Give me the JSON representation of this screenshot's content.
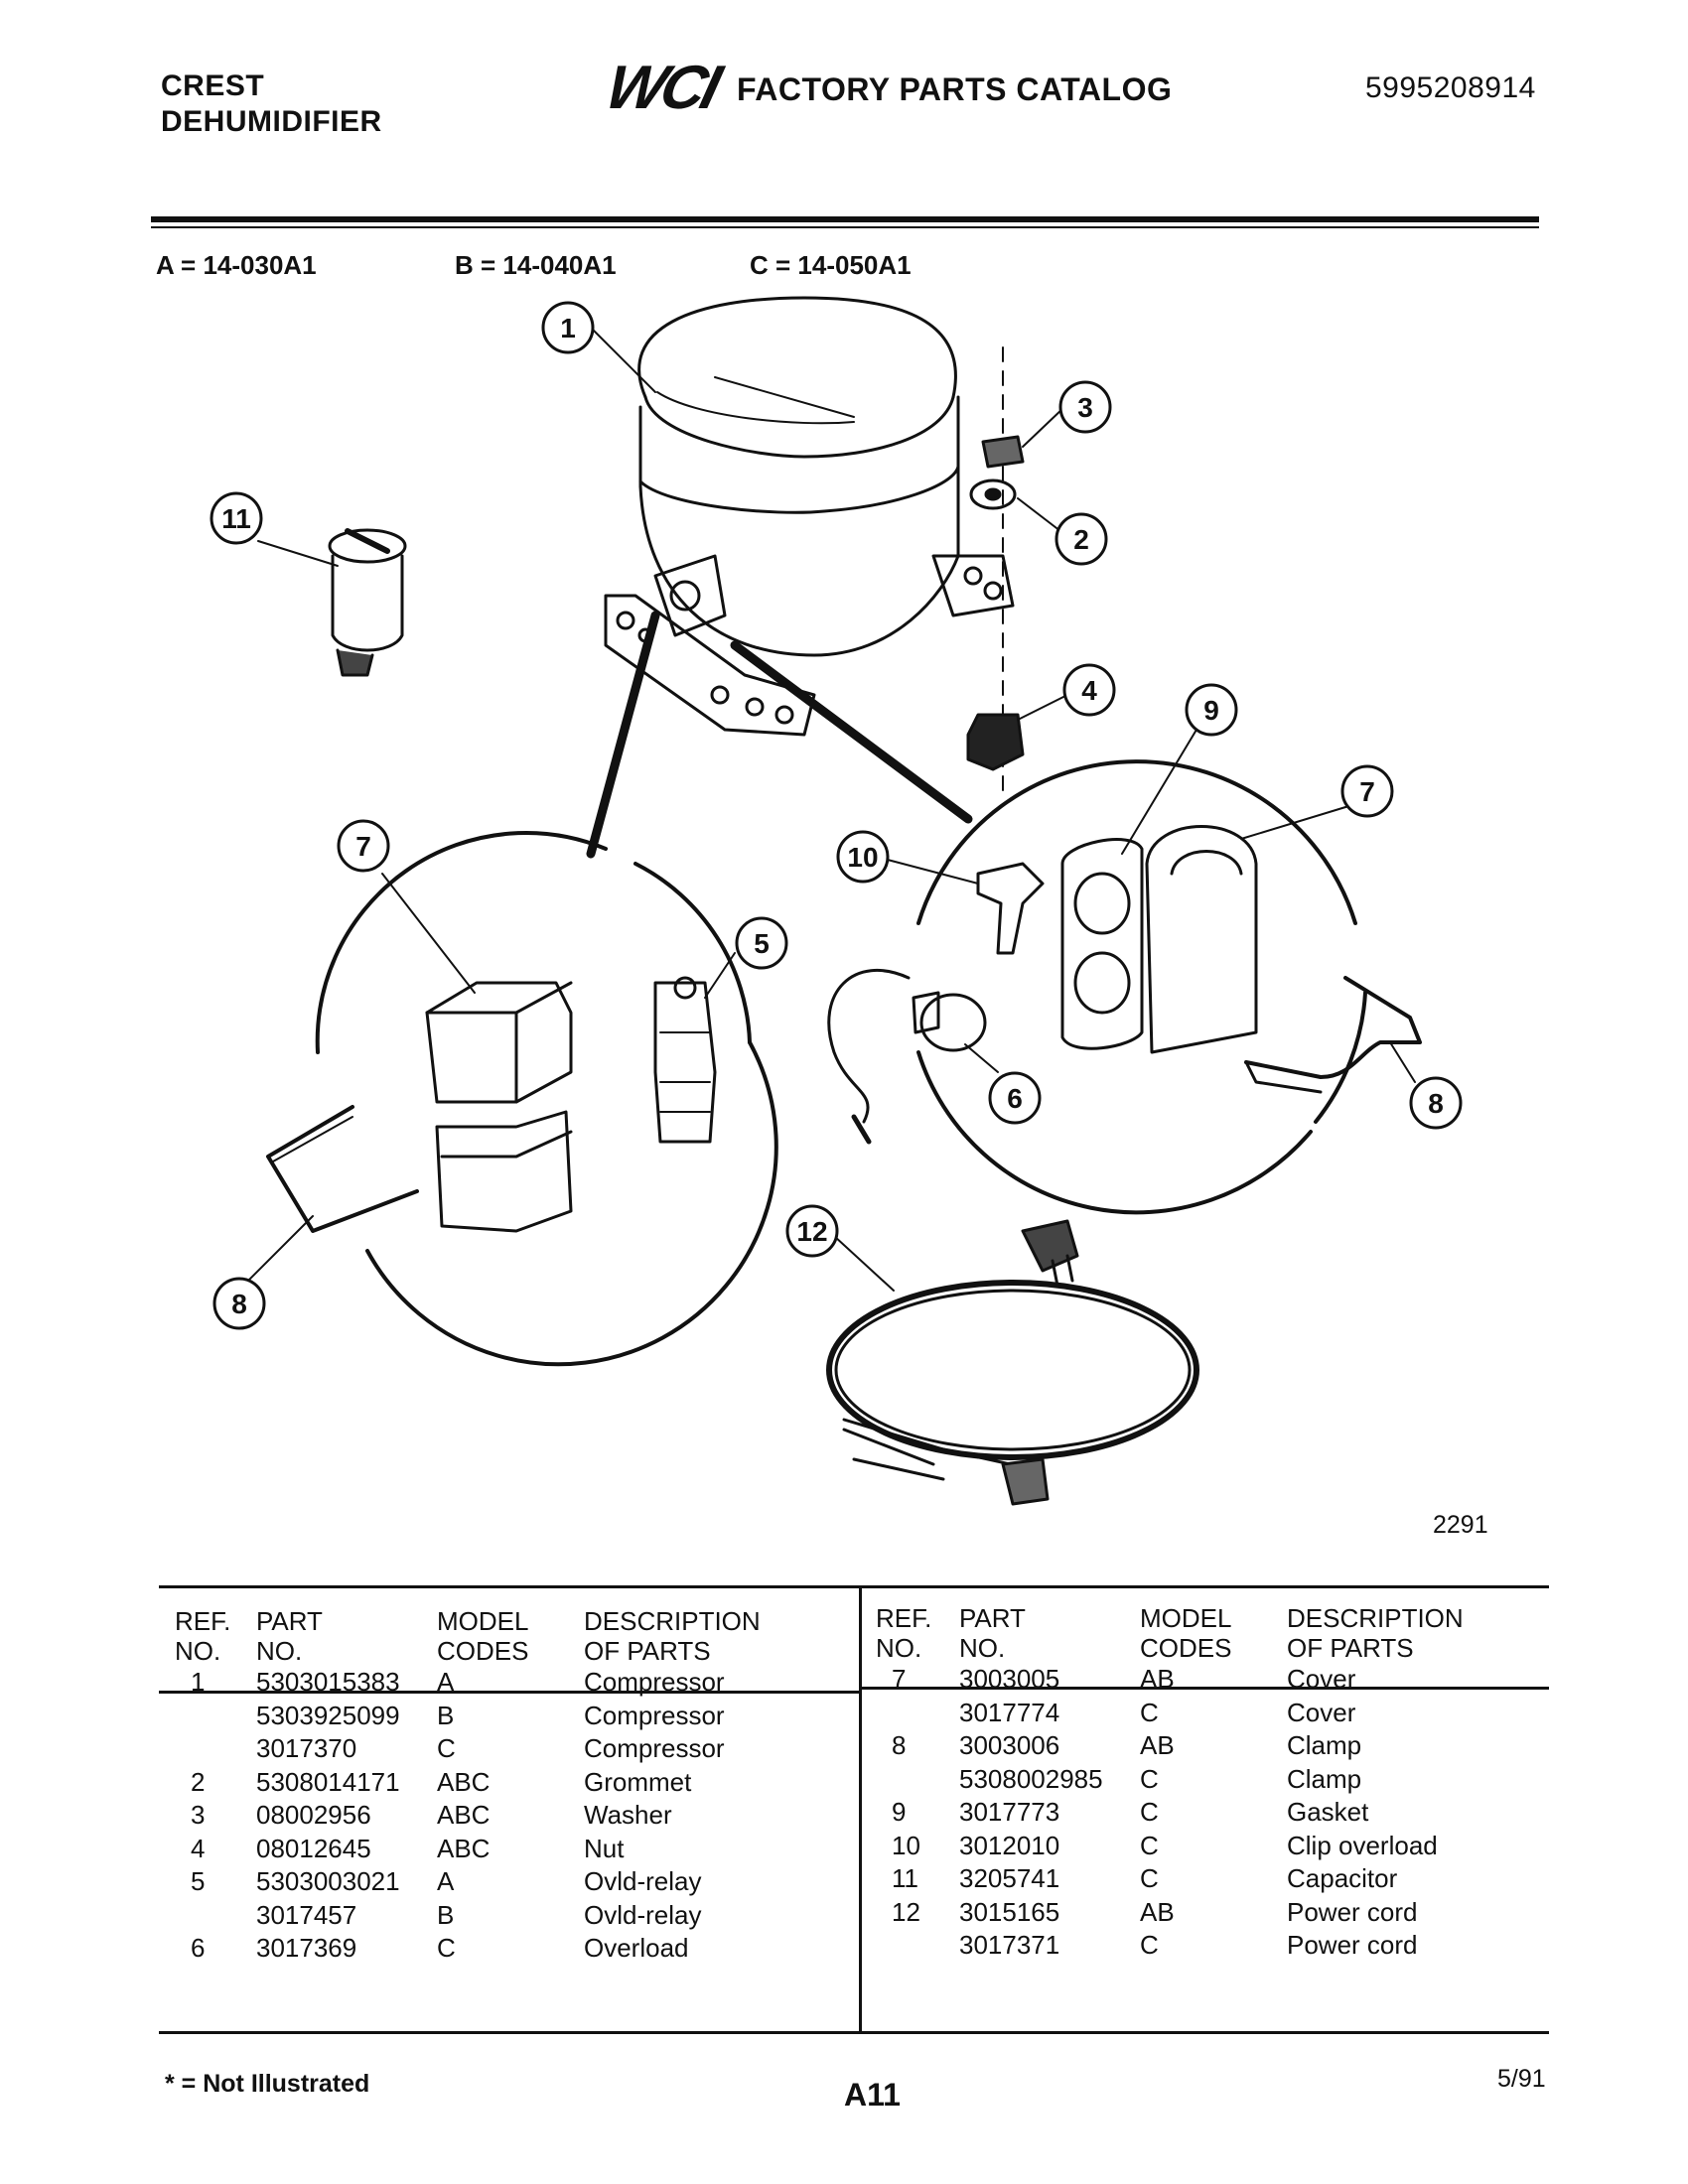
{
  "header": {
    "brand_line1": "CREST",
    "brand_line2": "DEHUMIDIFIER",
    "logo": "WCI",
    "catalog_title": "FACTORY PARTS CATALOG",
    "catalog_number": "5995208914"
  },
  "models": {
    "a": "A = 14-030A1",
    "b": "B = 14-040A1",
    "c": "C = 14-050A1"
  },
  "diagram": {
    "callouts": [
      "1",
      "2",
      "3",
      "4",
      "5",
      "6",
      "7",
      "7",
      "8",
      "8",
      "9",
      "10",
      "11",
      "12"
    ],
    "illustration_number": "2291"
  },
  "table": {
    "headers": {
      "ref": [
        "REF.",
        "NO."
      ],
      "part": [
        "PART",
        "NO."
      ],
      "model": [
        "MODEL",
        "CODES"
      ],
      "desc": [
        "DESCRIPTION",
        "OF PARTS"
      ]
    },
    "left_rows": [
      {
        "ref": "1",
        "part": "5303015383",
        "model": "A",
        "desc": "Compressor"
      },
      {
        "ref": "",
        "part": "5303925099",
        "model": "B",
        "desc": "Compressor"
      },
      {
        "ref": "",
        "part": "3017370",
        "model": "C",
        "desc": "Compressor"
      },
      {
        "ref": "2",
        "part": "5308014171",
        "model": "ABC",
        "desc": "Grommet"
      },
      {
        "ref": "3",
        "part": "08002956",
        "model": "ABC",
        "desc": "Washer"
      },
      {
        "ref": "4",
        "part": "08012645",
        "model": "ABC",
        "desc": "Nut"
      },
      {
        "ref": "5",
        "part": "5303003021",
        "model": "A",
        "desc": "Ovld-relay"
      },
      {
        "ref": "",
        "part": "3017457",
        "model": "B",
        "desc": "Ovld-relay"
      },
      {
        "ref": "6",
        "part": "3017369",
        "model": "C",
        "desc": "Overload"
      }
    ],
    "right_rows": [
      {
        "ref": "7",
        "part": "3003005",
        "model": "AB",
        "desc": "Cover"
      },
      {
        "ref": "",
        "part": "3017774",
        "model": "C",
        "desc": "Cover"
      },
      {
        "ref": "8",
        "part": "3003006",
        "model": "AB",
        "desc": "Clamp"
      },
      {
        "ref": "",
        "part": "5308002985",
        "model": "C",
        "desc": "Clamp"
      },
      {
        "ref": "9",
        "part": "3017773",
        "model": "C",
        "desc": "Gasket"
      },
      {
        "ref": "10",
        "part": "3012010",
        "model": "C",
        "desc": "Clip overload"
      },
      {
        "ref": "11",
        "part": "3205741",
        "model": "C",
        "desc": "Capacitor"
      },
      {
        "ref": "12",
        "part": "3015165",
        "model": "AB",
        "desc": "Power cord"
      },
      {
        "ref": "",
        "part": "3017371",
        "model": "C",
        "desc": "Power cord"
      }
    ]
  },
  "footer": {
    "footnote": "* = Not Illustrated",
    "page_number": "A11",
    "date": "5/91"
  }
}
